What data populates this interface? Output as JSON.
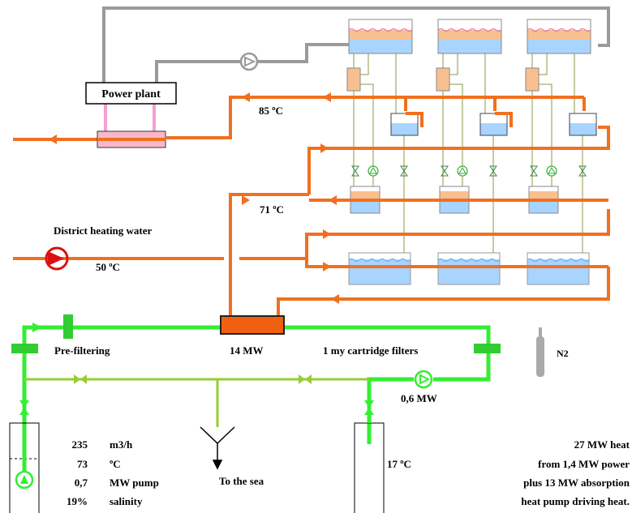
{
  "labels": {
    "power_plant": "Power plant",
    "temp_85": "85 ºC",
    "temp_71": "71 ºC",
    "district_heating": "District heating water",
    "temp_50": "50 ºC",
    "pre_filtering": "Pre-filtering",
    "hx_power": "14 MW",
    "cartridge_filters": "1 my cartridge filters",
    "n2": "N2",
    "pump_power": "0,6 MW",
    "to_the_sea": "To the sea",
    "temp_17": "17 ºC"
  },
  "brine_stats": [
    {
      "value": "235",
      "unit": "m3/h"
    },
    {
      "value": "73",
      "unit": "ºC"
    },
    {
      "value": "0,7",
      "unit": "MW pump"
    },
    {
      "value": "19%",
      "unit": "salinity"
    }
  ],
  "summary": [
    "27 MW heat",
    "from 1,4 MW power",
    "plus 13 MW absorption",
    "heat pump driving heat."
  ],
  "colors": {
    "hot_water": "#f07020",
    "brine_loop": "#33ee33",
    "return_branch": "#99cc33",
    "steam_line": "#999999",
    "tank_water": "#a8d4ff",
    "tank_salt": "#f8c090",
    "pump_red": "#dd1111",
    "absorber_olive": "#889944"
  }
}
